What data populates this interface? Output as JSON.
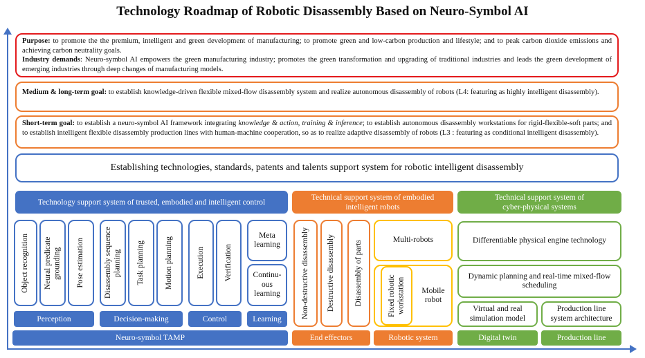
{
  "title": "Technology Roadmap of Robotic Disassembly Based on Neuro-Symbol AI",
  "purpose": {
    "label1": "Purpose:",
    "text1": " to promote the the premium, intelligent and green development of manufacturing; to promote green and low-carbon production and lifestyle; and to peak carbon dioxide emissions and achieving carbon neutrality goals.",
    "label2": "Industry demands",
    "text2": ": Neuro-symbol AI empowers the green manufacturing industry; promotes the green transformation and upgrading of traditional industries and leads the green development of emerging industries through deep changes of manufacturing models."
  },
  "medium_goal": {
    "label": "Medium & long-term goal:",
    "text": " to establish knowledge-driven flexible mixed-flow disassembly system and realize autonomous disassembly of robots (L4: featuring as highly intelligent disassembly)."
  },
  "short_goal": {
    "label": "Short-term goal:",
    "text_a": " to establish a neuro-symbol AI framework integrating ",
    "italic": "knowledge & action, training & inference",
    "text_b": "; to establish autonomous disassembly workstations for rigid-flexible-soft parts; and to establish intelligent flexible disassembly production lines with human-machine cooperation, so as to realize adaptive disassembly of robots (L3 : featuring as conditional intelligent disassembly)."
  },
  "support_system": "Establishing technologies, standards, patents and talents support system for robotic intelligent disassembly",
  "systems": {
    "trusted": "Technology support system of trusted, embodied and intelligent control",
    "embodied": "Technical support system of embodied intelligent robots",
    "cyber": "Technical support system of cyber-physical systems"
  },
  "perception": [
    "Object recognition",
    "Neural predicate grounding",
    "Pose estimation"
  ],
  "decision": [
    "Disassembly sequence planning",
    "Task planning",
    "Motion planning"
  ],
  "control": [
    "Execution",
    "Verification"
  ],
  "learning": [
    "Meta learning",
    "Continu-ous learning"
  ],
  "effectors": [
    "Non-destructive disassembly",
    "Destructive disassembly",
    "Disassembly of parts"
  ],
  "robotic": {
    "multi": "Multi-robots",
    "fixed": "Fixed robotic workstation",
    "mobile": "Mobile robot"
  },
  "cps": {
    "engine": "Differentiable physical engine technology",
    "planning": "Dynamic planning and real-time mixed-flow scheduling",
    "virtual": "Virtual and real simulation model",
    "architecture": "Production line system architecture"
  },
  "group_labels": {
    "perception": "Perception",
    "decision": "Decision-making",
    "control": "Control",
    "learning": "Learning"
  },
  "bottom_labels": {
    "tamp": "Neuro-symbol TAMP",
    "effectors": "End effectors",
    "robotic": "Robotic system",
    "twin": "Digital twin",
    "line": "Production line"
  },
  "colors": {
    "blue": "#4472c4",
    "orange": "#ed7d31",
    "green": "#70ad47",
    "yellow": "#ffc000",
    "red": "#e31a1c"
  }
}
